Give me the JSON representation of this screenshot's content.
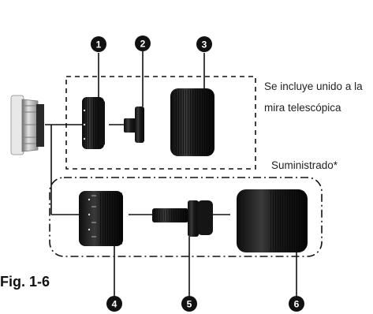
{
  "callouts": [
    "1",
    "2",
    "3",
    "4",
    "5",
    "6"
  ],
  "labels": {
    "included": "Se incluye unido a la mira telescópica",
    "included_line1": "Se incluye unido a la",
    "included_line2": "mira telescópica",
    "supplied": "Suministrado*"
  },
  "figure_label": "Fig. 1-6",
  "colors": {
    "ink": "#111111",
    "body": "#1c1c1c",
    "highlight": "#5a5a5a",
    "silver": "#b9b9b9"
  }
}
